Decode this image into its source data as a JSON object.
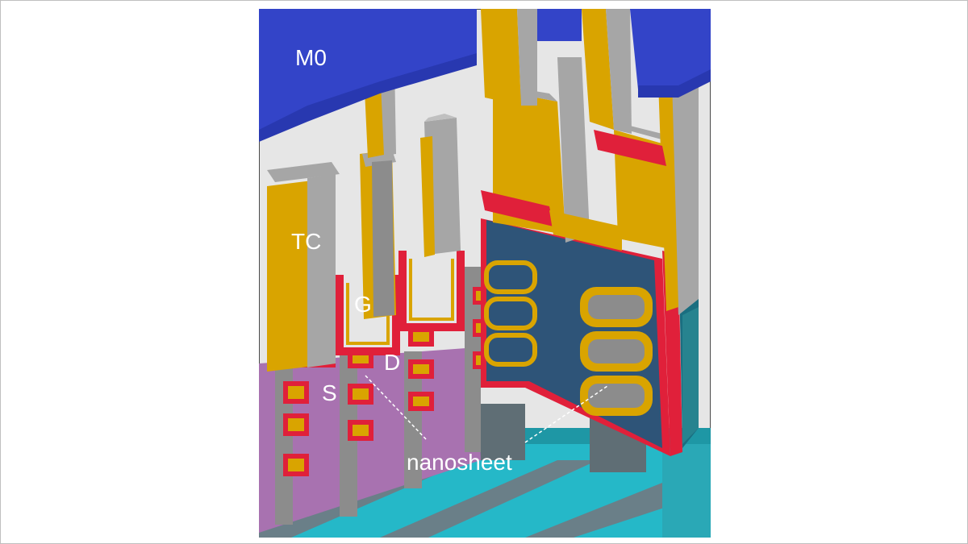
{
  "labels": {
    "m0": "M0",
    "tc": "TC",
    "g": "G",
    "d": "D",
    "s": "S",
    "nanosheet": "nanosheet"
  },
  "colors": {
    "metal": "#3344c8",
    "contact": "#d9a400",
    "contact_dark": "#a07800",
    "spacer_gray": "#a6a6a6",
    "red_liner": "#e0203a",
    "sd_purple": "#a872b0",
    "gate_blue": "#2e5478",
    "substrate_cyan": "#25b8c8",
    "substrate_gray": "#6a7f88"
  }
}
